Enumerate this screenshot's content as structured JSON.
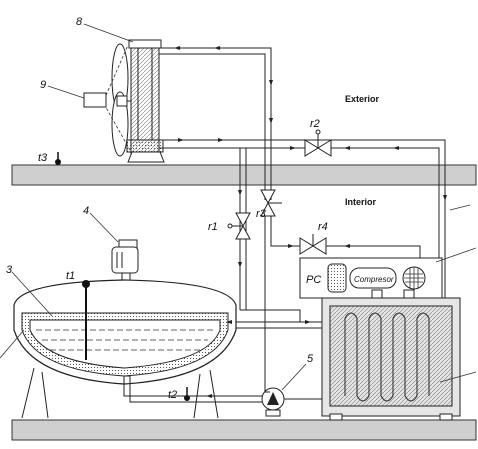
{
  "labels": {
    "exterior": "Exterior",
    "interior": "Interior",
    "fan_coil": "8",
    "fan_motor": "9",
    "stirrer_motor": "4",
    "kettle": "3",
    "pump": "5",
    "t1": "t1",
    "t2": "t2",
    "t3": "t3",
    "r1": "r1",
    "r2": "r2",
    "r3": "r3",
    "r4": "r4",
    "pc": "PC",
    "compressor": "Compresor"
  },
  "icons": {
    "valves": "valve-icon",
    "pump": "pump-icon",
    "fan": "fan-icon",
    "thermometers": "thermometer-icon"
  },
  "colors": {
    "line": "#222222",
    "slab": "#cfcfcf",
    "liquid_fill": "#f4f4f4"
  }
}
